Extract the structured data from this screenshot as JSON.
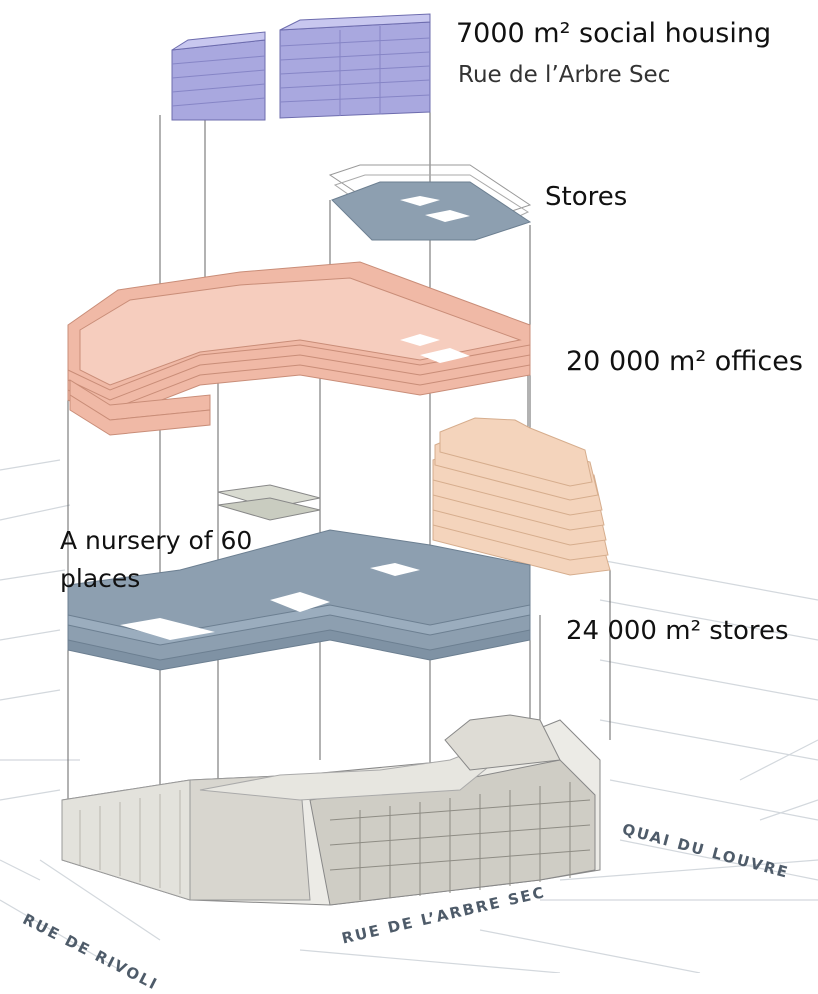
{
  "labels": {
    "housing": "7000 m² social housing",
    "housing_street": "Rue de l’Arbre Sec",
    "stores_top": "Stores",
    "offices": "20 000 m² offices",
    "nursery": "A nursery of 60 places",
    "stores_bottom": "24 000 m² stores"
  },
  "streets": {
    "rivoli": "RUE DE RIVOLI",
    "arbre_sec": "RUE DE L’ARBRE SEC",
    "quai": "QUAI DU LOUVRE"
  },
  "colors": {
    "housing": "#a9a8df",
    "stores": "#8d9fb0",
    "offices": "#f0b9a6",
    "hotel": "#f4d4bc",
    "nursery": "#c9ccc0",
    "building": "#ecebe6",
    "lines": "#555555",
    "map": "#cfd5db"
  }
}
